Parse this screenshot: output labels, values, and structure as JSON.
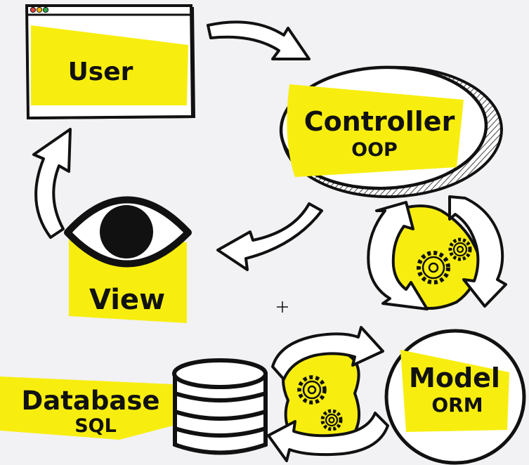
{
  "nodes": {
    "user": {
      "label": "User"
    },
    "controller": {
      "label": "Controller",
      "sublabel": "OOP"
    },
    "view": {
      "label": "View"
    },
    "model": {
      "label": "Model",
      "sublabel": "ORM"
    },
    "database": {
      "label": "Database",
      "sublabel": "SQL"
    }
  },
  "colors": {
    "accent": "#f7ee10",
    "ink": "#111111",
    "background": "#f2f1f3",
    "window_close": "#e0443e",
    "window_minimize": "#f5b400",
    "window_maximize": "#2aa84a"
  },
  "icons": {
    "view": "eye-icon",
    "database": "database-icon",
    "gears": "gears-icon",
    "window_controls": "traffic-light-icon"
  }
}
